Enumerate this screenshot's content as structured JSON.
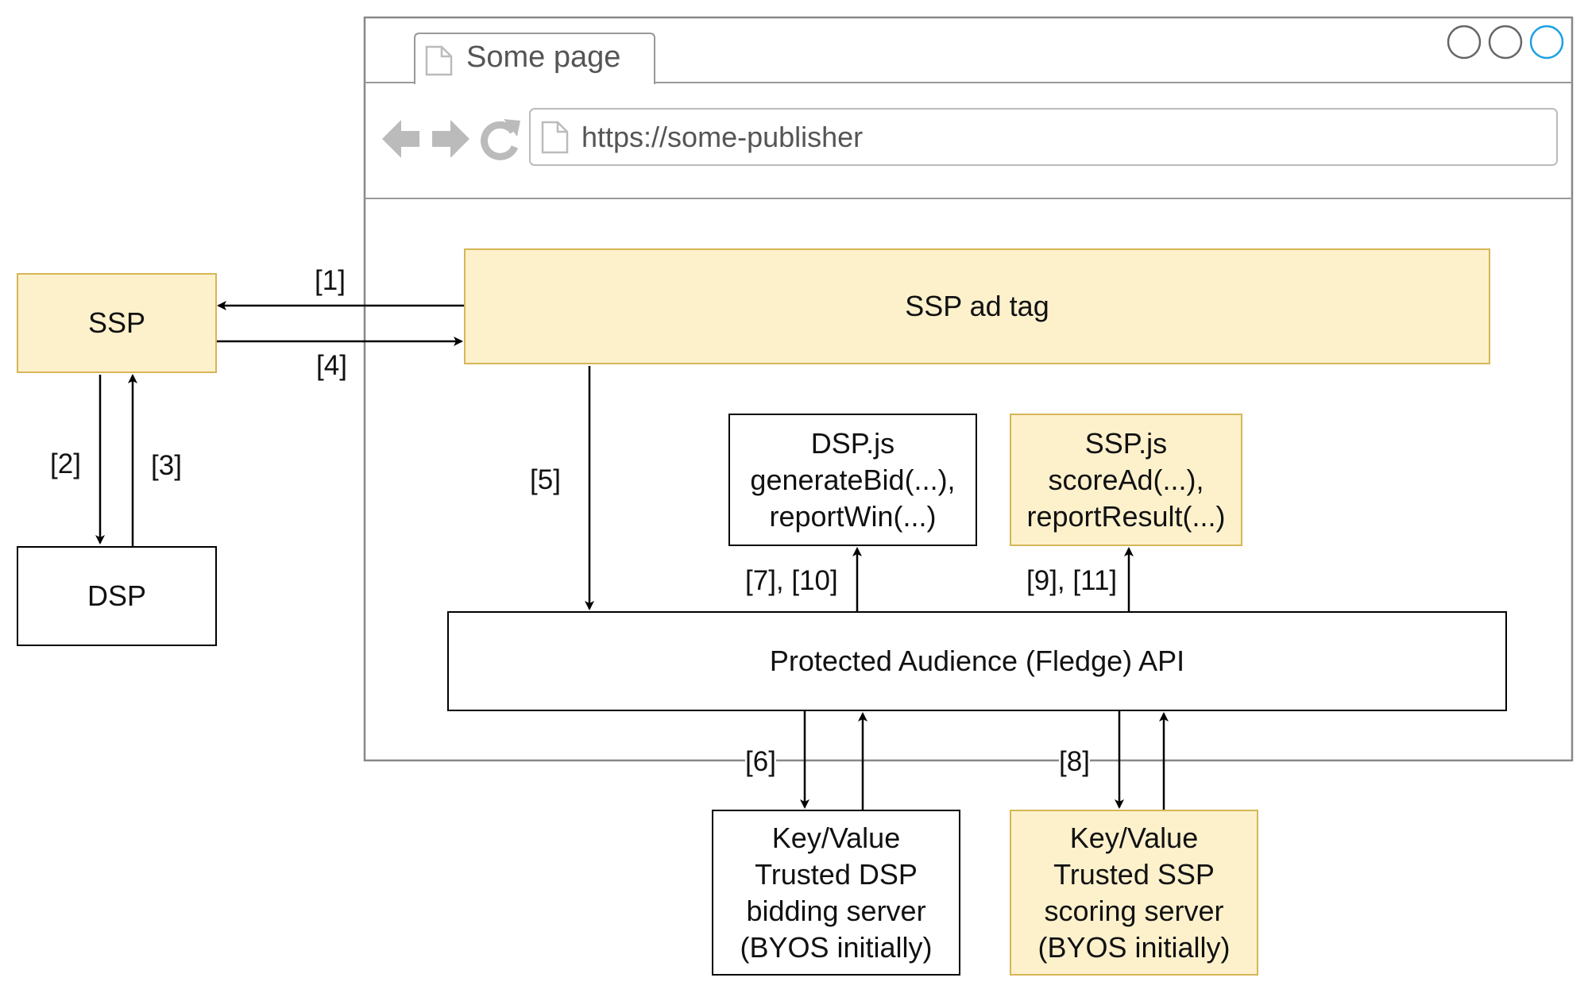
{
  "browser": {
    "tab_title": "Some page",
    "url": "https://some-publisher"
  },
  "nodes": {
    "ssp": "SSP",
    "dsp": "DSP",
    "ssp_ad_tag": "SSP ad tag",
    "dsp_js": "DSP.js\ngenerateBid(...),\nreportWin(...)",
    "ssp_js": "SSP.js\nscoreAd(...),\nreportResult(...)",
    "pa_api": "Protected Audience (Fledge) API",
    "kv_dsp": "Key/Value\nTrusted DSP\nbidding server\n(BYOS initially)",
    "kv_ssp": "Key/Value\nTrusted SSP\nscoring server\n(BYOS initially)"
  },
  "edges": {
    "e1": "[1]",
    "e2": "[2]",
    "e3": "[3]",
    "e4": "[4]",
    "e5": "[5]",
    "e6": "[6]",
    "e7_10": "[7], [10]",
    "e8": "[8]",
    "e9_11": "[9], [11]"
  },
  "colors": {
    "highlight_fill": "#fdf1cc",
    "highlight_stroke": "#d6b656",
    "browser_stroke": "#888888",
    "icon_gray": "#bbbbbb",
    "window_button_blue": "#1ba1e2"
  }
}
